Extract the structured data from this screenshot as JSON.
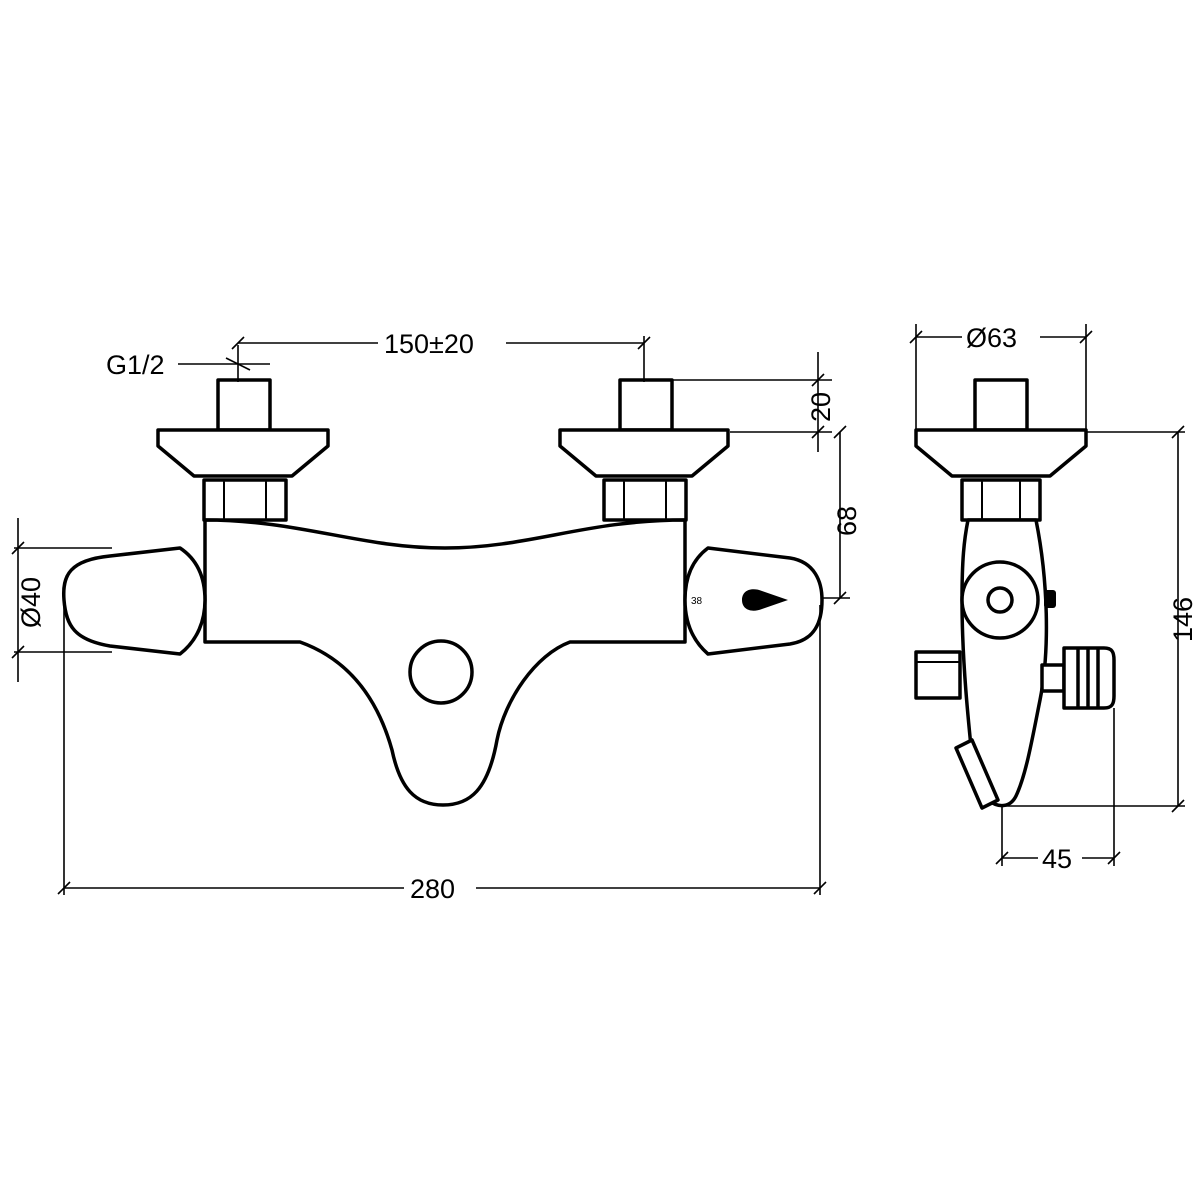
{
  "dimensions": {
    "thread": "G1/2",
    "inlet_spacing": "150±20",
    "inlet_height": "20",
    "body_offset": "68",
    "handle_diameter": "Ø40",
    "overall_width": "280",
    "rosette_diameter": "Ø63",
    "overall_height": "146",
    "projection_depth": "45"
  },
  "temperature_mark": "38"
}
